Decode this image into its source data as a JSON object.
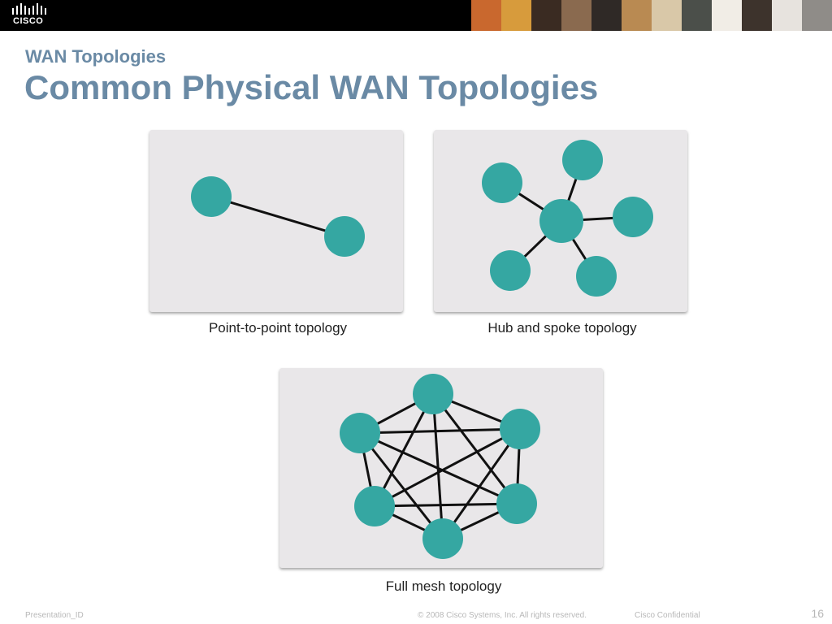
{
  "header": {
    "logo_text": "CISCO",
    "colors": {
      "banner": "#000000",
      "photos": [
        "#c9682e",
        "#d79b3c",
        "#3a2b22",
        "#8a6a4f",
        "#2f2926",
        "#b98a52",
        "#d9c8a8",
        "#4b4f4a",
        "#f1ede6",
        "#3d332c",
        "#e7e3de",
        "#8f8c88"
      ]
    }
  },
  "slide": {
    "subtitle": "WAN Topologies",
    "title": "Common Physical WAN Topologies"
  },
  "diagrams": {
    "point_to_point": {
      "caption": "Point-to-point topology"
    },
    "hub_and_spoke": {
      "caption": "Hub and spoke topology"
    },
    "full_mesh": {
      "caption": "Full mesh topology"
    },
    "colors": {
      "node": "#35a7a2",
      "link": "#111111",
      "panel": "#e9e7e9",
      "title": "#6a8aa5"
    }
  },
  "footer": {
    "presentation_id": "Presentation_ID",
    "copyright": "© 2008 Cisco Systems, Inc. All rights reserved.",
    "confidential": "Cisco Confidential",
    "page_number": "16"
  }
}
